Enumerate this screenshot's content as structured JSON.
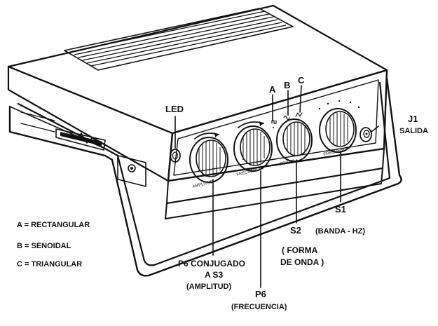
{
  "callouts": {
    "led": "LED",
    "a": "A",
    "b": "B",
    "c": "C",
    "j1": "J1",
    "salida": "SALIDA",
    "s1": "S1",
    "s1_sub": "(BANDA - HZ)",
    "s2": "S2",
    "s2_sub1": "( FORMA",
    "s2_sub2": "DE ONDA )",
    "p6a_1": "P6 CONJUGADO",
    "p6a_2": "A S3",
    "p6a_3": "(AMPLITUD)",
    "p6b_1": "P6",
    "p6b_2": "(FRECUENCIA)"
  },
  "legend": {
    "a": "A = RECTANGULAR",
    "b": "B = SENOIDAL",
    "c": "C = TRIANGULAR"
  }
}
